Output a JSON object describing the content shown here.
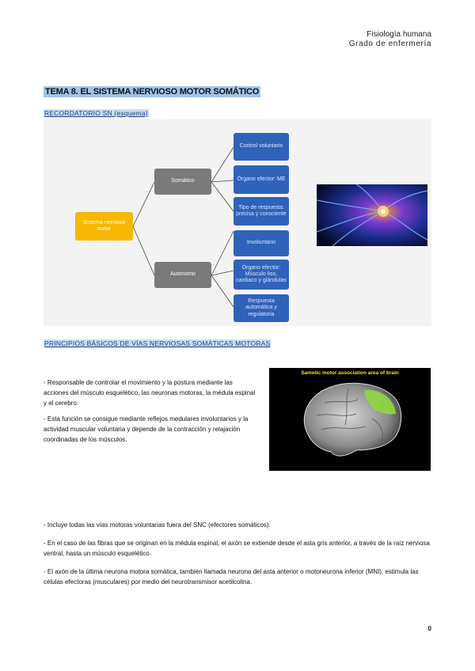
{
  "header": {
    "line1": "Fisiología humana",
    "line2": "Grado de enfermería"
  },
  "title": "TEMA 8. EL SISTEMA NERVIOSO MOTOR SOMÁTICO",
  "section1_heading": "RECORDATORIO SN (esquema)",
  "diagram": {
    "root": "Sistema nervioso motor",
    "somatic": "Somático",
    "autonomic": "Autonomo",
    "somatic_children": [
      "Control voluntario",
      "Órgano efector: ME",
      "Tipo de respuesta: precisa y consciente"
    ],
    "autonomic_children": [
      "Involuntario",
      "Órgano efector: Músculo liso, cardiaco y glándulas",
      "Respuesta automática y regulatoria"
    ],
    "colors": {
      "root": "#f6b800",
      "middle": "#7a7a7a",
      "leaf": "#2f62b9"
    }
  },
  "section2_heading": "PRINCIPIOS BÁSICOS DE VÍAS NERVIOSAS SOMÁTICAS MOTORAS",
  "brain_image_caption": "Sametic motor association area of brain",
  "paragraphs_top": [
    "- Responsable de controlar el movimiento y la postura mediante las acciones del músculo esquelético, las neuronas motoras, la médula espinal y el cerebro.",
    "- Esta función se consigue mediante reflejos medulares involuntarios y la actividad muscular voluntaria y depende de la contracción y relajación coordinadas de los músculos."
  ],
  "paragraphs_bottom": [
    "- Incluye todas las vías motoras voluntarias fuera del SNC (efectores somáticos).",
    "- En el caso de las fibras que se originan en la médula espinal, el axón se extiende desde el asta gris anterior, a través de la raíz nerviosa ventral, hasta un músculo esquelético.",
    "- El axón de la última neurona motora somática, también llamada neurona del asta anterior o motoneurona inferior (MNI), estimula las células efectoras (musculares) por medio del neurotransmisor acetilcolina."
  ],
  "page_number": "0"
}
